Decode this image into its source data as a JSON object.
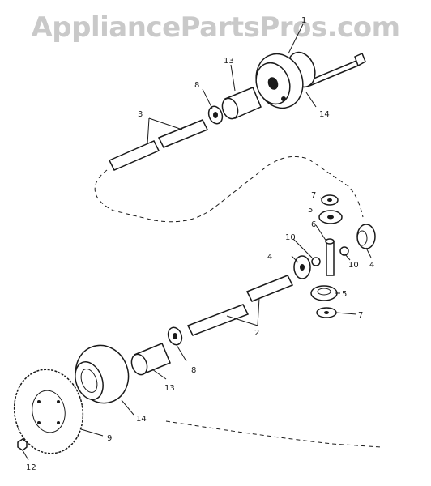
{
  "watermark": "AppliancePartsPros.com",
  "callouts": {
    "c1": "1",
    "c13_top": "13",
    "c8_top": "8",
    "c14_top": "14",
    "c3": "3",
    "c7_top": "7",
    "c5_top": "5",
    "c6": "6",
    "c10_left": "10",
    "c10_right": "10",
    "c4_left": "4",
    "c4_right": "4",
    "c5_bottom": "5",
    "c7_bottom": "7",
    "c2": "2",
    "c8_bottom": "8",
    "c13_bottom": "13",
    "c14_bottom": "14",
    "c9": "9",
    "c12": "12"
  }
}
